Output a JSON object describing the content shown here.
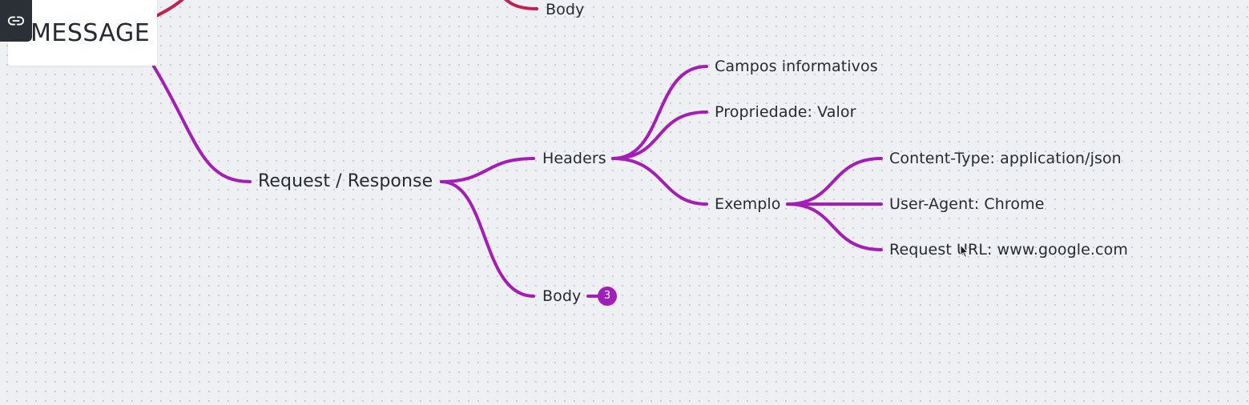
{
  "colors": {
    "purple_branch": "#a51db8",
    "red_branch": "#c41e4f",
    "badge": "#a01fb8",
    "canvas_bg": "#eef0f3",
    "card_bg": "#ffffff"
  },
  "root": {
    "title": "MESSAGE",
    "link_icon": "link-icon"
  },
  "previous_branch": {
    "body_label": "Body"
  },
  "branch": {
    "label": "Request / Response",
    "headers": {
      "label": "Headers",
      "items": {
        "campos": "Campos informativos",
        "propriedade": "Propriedade: Valor",
        "exemplo": {
          "label": "Exemplo",
          "content_type": "Content-Type: application/json",
          "user_agent": "User-Agent: Chrome",
          "request_url": "Request URL: www.google.com"
        }
      }
    },
    "body": {
      "label": "Body",
      "collapsed_count": "3"
    }
  }
}
